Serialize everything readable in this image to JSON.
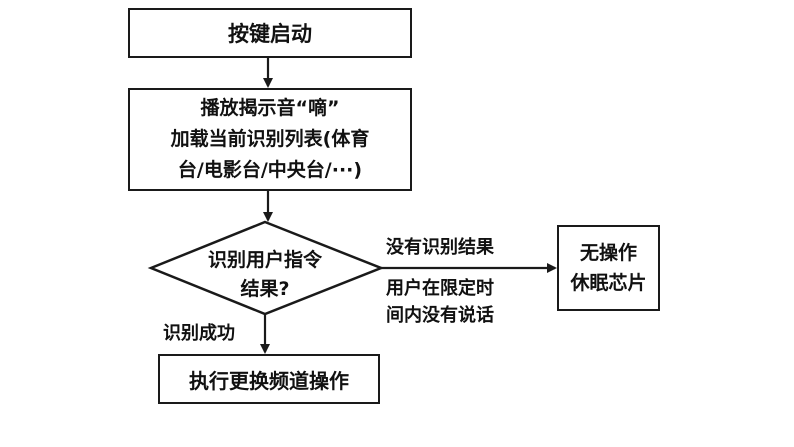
{
  "flowchart": {
    "start": "按键启动",
    "process": {
      "line1": "播放揭示音“嘀”",
      "line2": "加载当前识别列表(体育",
      "line3": "台/电影台/中央台/···)"
    },
    "decision": {
      "line1": "识别用户指令",
      "line2": "结果?"
    },
    "no_result_label": "没有识别结果",
    "timeout_label": {
      "line1": "用户在限定时",
      "line2": "间内没有说话"
    },
    "success_label": "识别成功",
    "sleep": {
      "line1": "无操作",
      "line2": "休眠芯片"
    },
    "action": "执行更换频道操作"
  }
}
